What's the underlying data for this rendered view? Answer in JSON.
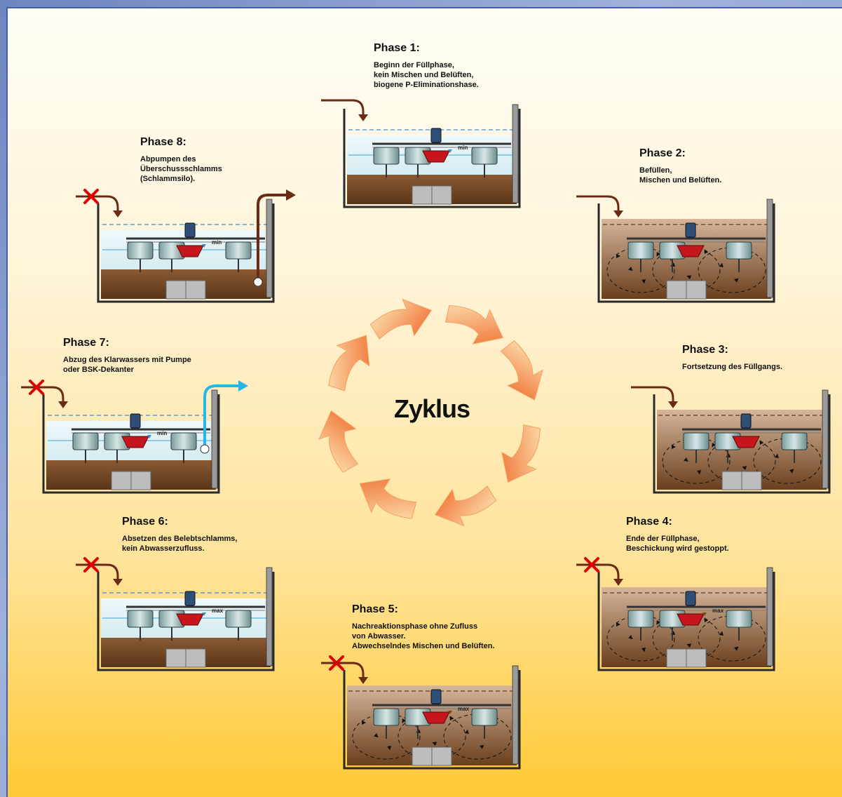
{
  "title": "Zyklus",
  "colors": {
    "water": "#cde9ef",
    "sludge": "#7a4a22",
    "sludge_settled": "#6b4222",
    "inflow": "#6b2a14",
    "outflow_clear": "#27b6e8",
    "stop": "#e00000",
    "arrow_light": "#fde4b4",
    "arrow_dark": "#f06e2e"
  },
  "phases": [
    {
      "id": 1,
      "title": "Phase 1:",
      "desc": "Beginn der Füllphase,\nkein Mischen und Belüften,\nbiogene P-Eliminationshase.",
      "level": "min",
      "mixed": false,
      "inflow": true,
      "stopped": false
    },
    {
      "id": 2,
      "title": "Phase 2:",
      "desc": "Befüllen,\nMischen und Belüften.",
      "level": "",
      "mixed": true,
      "inflow": true,
      "stopped": false
    },
    {
      "id": 3,
      "title": "Phase 3:",
      "desc": "Fortsetzung des Füllgangs.",
      "level": "",
      "mixed": true,
      "inflow": true,
      "stopped": false
    },
    {
      "id": 4,
      "title": "Phase 4:",
      "desc": "Ende der Füllphase,\nBeschickung wird gestoppt.",
      "level": "max",
      "mixed": true,
      "inflow": true,
      "stopped": true
    },
    {
      "id": 5,
      "title": "Phase 5:",
      "desc": "Nachreaktionsphase ohne Zufluss\nvon Abwasser.\nAbwechselndes Mischen und Belüften.",
      "level": "max",
      "mixed": true,
      "inflow": true,
      "stopped": true
    },
    {
      "id": 6,
      "title": "Phase 6:",
      "desc": "Absetzen des Belebtschlamms,\nkein Abwasserzufluss.",
      "level": "max",
      "mixed": false,
      "inflow": true,
      "stopped": true
    },
    {
      "id": 7,
      "title": "Phase 7:",
      "desc": "Abzug des Klarwassers mit Pumpe\noder BSK-Dekanter",
      "level": "min",
      "mixed": false,
      "inflow": true,
      "stopped": true
    },
    {
      "id": 8,
      "title": "Phase 8:",
      "desc": "Abpumpen des\nÜberschussschlamms\n(Schlammsilo).",
      "level": "min",
      "mixed": false,
      "inflow": true,
      "stopped": true
    }
  ]
}
